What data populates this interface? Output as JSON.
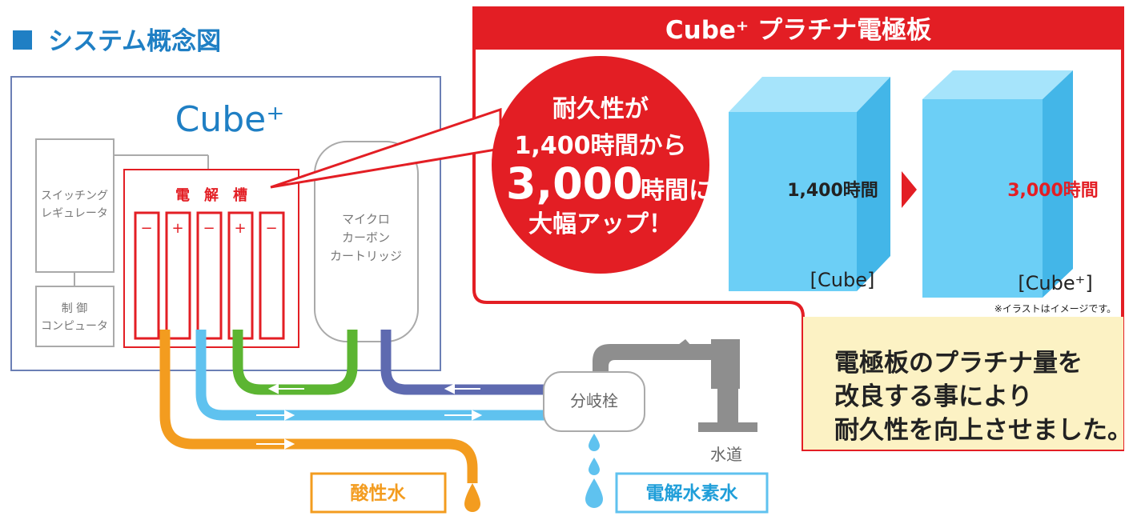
{
  "section_title": "システム概念図",
  "device_name": "Cube⁺",
  "components": {
    "switching_regulator": [
      "スイッチング",
      "レギュレータ"
    ],
    "control_computer": [
      "制 御",
      "コンピュータ"
    ],
    "electrolysis_tank": "電　解　槽",
    "electrode_signs": [
      "−",
      "+",
      "−",
      "+",
      "−"
    ],
    "cartridge": [
      "マイクロ",
      "カーボン",
      "カートリッジ"
    ],
    "splitter_valve": "分岐栓",
    "tap": "水道"
  },
  "outputs": {
    "acidic_water": "酸性水",
    "hydrogen_water": "電解水素水"
  },
  "panel": {
    "title": "Cube⁺ プラチナ電極板",
    "bubble": [
      "耐久性が",
      "1,400時間から",
      "3,000",
      "時間に",
      "大幅アップ！"
    ],
    "old_hours": "1,400時間",
    "new_hours": "3,000時間",
    "old_model": "[Cube]",
    "new_model": "[Cube⁺]",
    "footnote": "※イラストはイメージです。",
    "note": [
      "電極板のプラチナ量を",
      "改良する事により",
      "耐久性を向上させました。"
    ]
  },
  "colors": {
    "accent_blue": "#1f7fc4",
    "red": "#e31e24",
    "orange": "#f39c1f",
    "light_blue": "#5fc2ef",
    "green": "#5cb532",
    "purple": "#5e6ab0",
    "gray": "#999999"
  }
}
